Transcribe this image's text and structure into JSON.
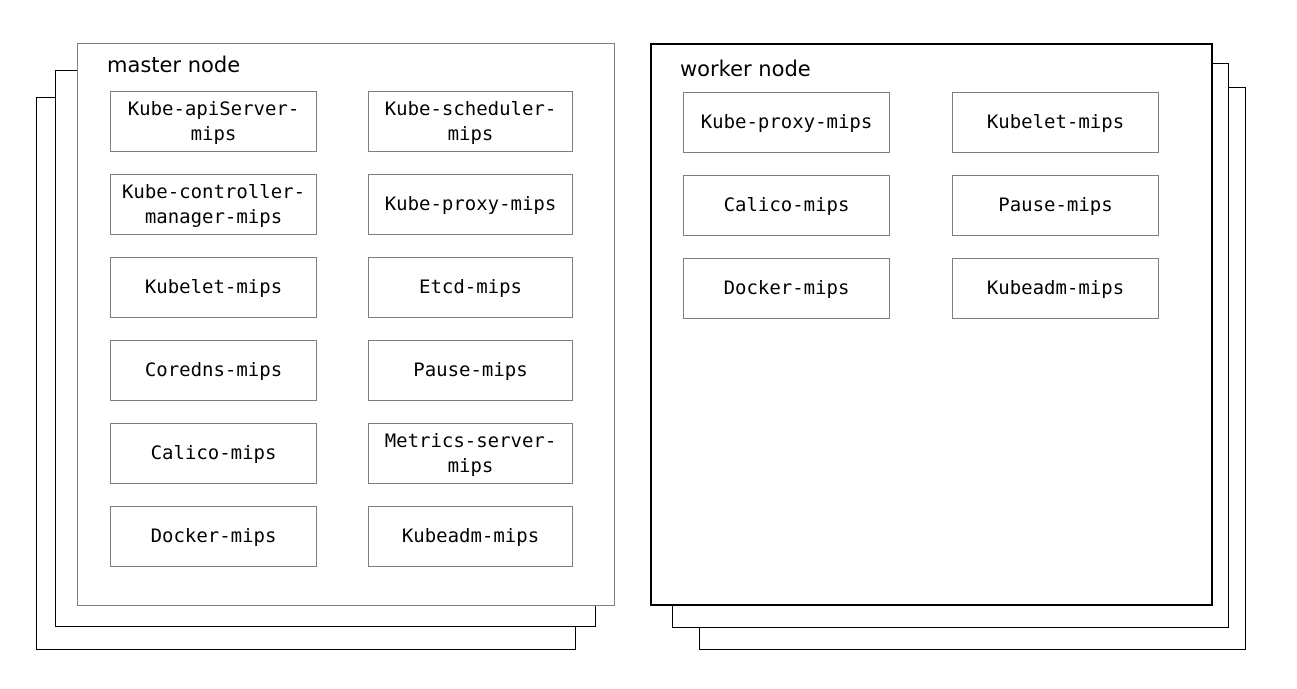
{
  "diagram": {
    "background": "#ffffff",
    "colors": {
      "master_node_border": "#7f7f7f",
      "worker_node_border": "#000000",
      "stack_layer_border": "#000000",
      "component_border": "#7f7f7f",
      "text": "#000000"
    }
  },
  "nodes": [
    {
      "id": "master",
      "title": "master node",
      "stack_layers": 3,
      "components": [
        "Kube-apiServer-mips",
        "Kube-scheduler-mips",
        "Kube-controller-manager-mips",
        "Kube-proxy-mips",
        "Kubelet-mips",
        "Etcd-mips",
        "Coredns-mips",
        "Pause-mips",
        "Calico-mips",
        "Metrics-server-mips",
        "Docker-mips",
        "Kubeadm-mips"
      ]
    },
    {
      "id": "worker",
      "title": "worker node",
      "stack_layers": 3,
      "components": [
        "Kube-proxy-mips",
        "Kubelet-mips",
        "Calico-mips",
        "Pause-mips",
        "Docker-mips",
        "Kubeadm-mips"
      ]
    }
  ]
}
